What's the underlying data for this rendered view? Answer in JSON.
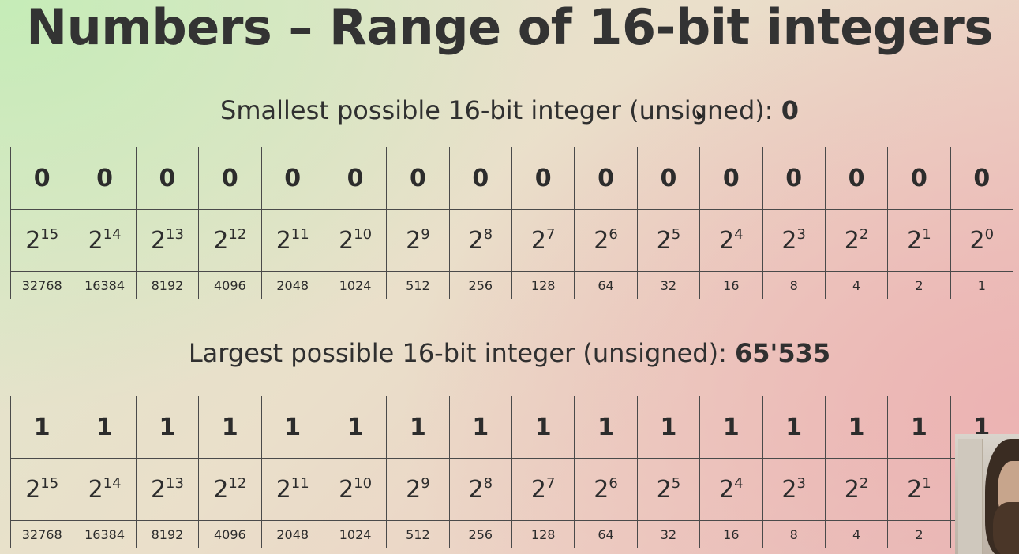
{
  "title": "Numbers – Range of 16-bit integers",
  "smallest": {
    "label": "Smallest possible 16-bit integer (unsigned): ",
    "value": "0",
    "bits": [
      "0",
      "0",
      "0",
      "0",
      "0",
      "0",
      "0",
      "0",
      "0",
      "0",
      "0",
      "0",
      "0",
      "0",
      "0",
      "0"
    ]
  },
  "largest": {
    "label": "Largest possible 16-bit integer (unsigned): ",
    "value": "65'535",
    "bits": [
      "1",
      "1",
      "1",
      "1",
      "1",
      "1",
      "1",
      "1",
      "1",
      "1",
      "1",
      "1",
      "1",
      "1",
      "1",
      "1"
    ]
  },
  "powers": {
    "base": "2",
    "exponents": [
      "15",
      "14",
      "13",
      "12",
      "11",
      "10",
      "9",
      "8",
      "7",
      "6",
      "5",
      "4",
      "3",
      "2",
      "1",
      "0"
    ]
  },
  "place_values": [
    "32768",
    "16384",
    "8192",
    "4096",
    "2048",
    "1024",
    "512",
    "256",
    "128",
    "64",
    "32",
    "16",
    "8",
    "4",
    "2",
    "1"
  ]
}
